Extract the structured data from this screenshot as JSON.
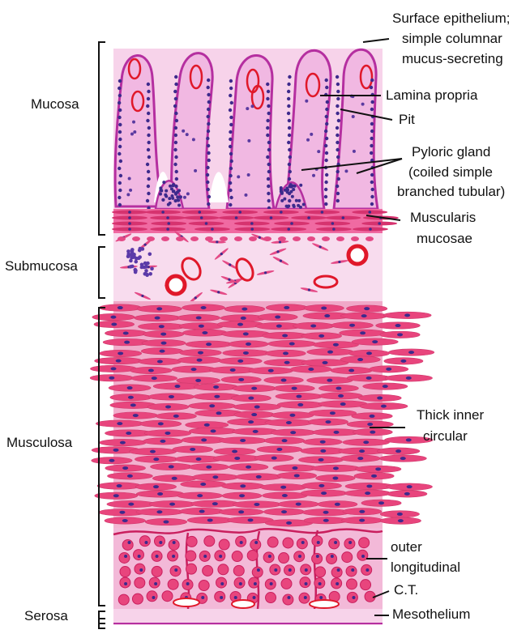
{
  "left_labels": {
    "mucosa": "Mucosa",
    "submucosa": "Submucosa",
    "musculosa": "Musculosa",
    "serosa": "Serosa"
  },
  "right_labels": {
    "surface_epithelium": [
      "Surface epithelium;",
      "simple columnar",
      "mucus-secreting"
    ],
    "lamina_propria": "Lamina propria",
    "pit": "Pit",
    "pyloric_gland": [
      "Pyloric gland",
      "(coiled simple",
      "branched tubular)"
    ],
    "muscularis_mucosae": [
      "Muscularis",
      "mucosae"
    ],
    "thick_inner_circular": [
      "Thick inner",
      "circular"
    ],
    "outer_longitudinal": [
      "outer",
      "longitudinal"
    ],
    "ct": "C.T.",
    "mesothelium": "Mesothelium"
  },
  "colors": {
    "tissue_pink": "#f4c6e6",
    "epithelium_magenta": "#c23aa8",
    "nucleus_purple": "#3d2a8c",
    "muscle_pink": "#e8457d",
    "vessel_red": "#e0182a",
    "outline_black": "#111111"
  }
}
